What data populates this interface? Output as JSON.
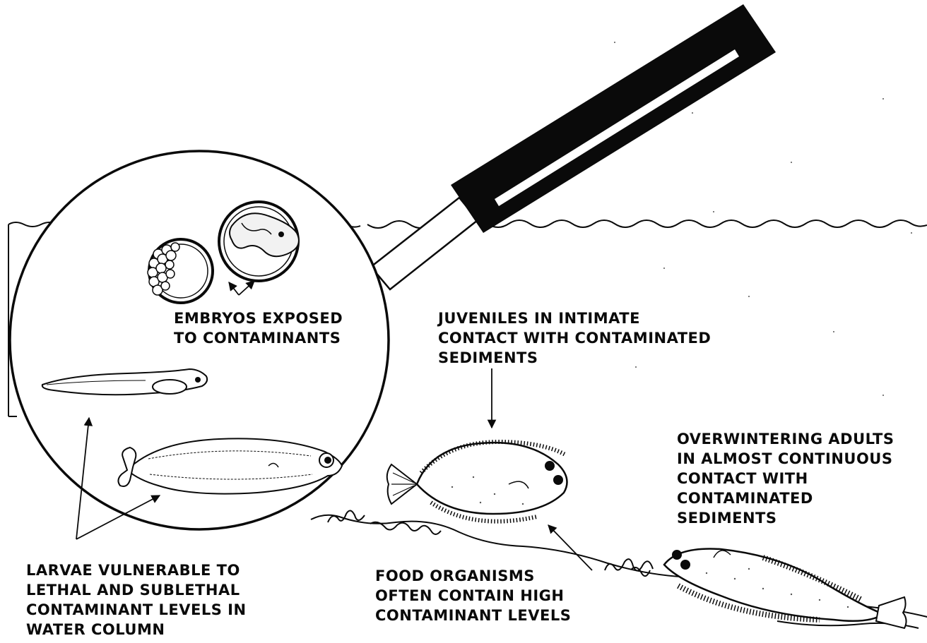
{
  "labels": {
    "embryos": [
      "EMBRYOS EXPOSED",
      "TO CONTAMINANTS"
    ],
    "juveniles": [
      "JUVENILES IN INTIMATE",
      "CONTACT WITH  CONTAMINATED",
      "SEDIMENTS"
    ],
    "adults": [
      "OVERWINTERING ADULTS",
      "IN ALMOST CONTINUOUS",
      "CONTACT WITH",
      "CONTAMINATED",
      "SEDIMENTS"
    ],
    "larvae": [
      "LARVAE VULNERABLE TO",
      "LETHAL AND SUBLETHAL",
      "CONTAMINANT LEVELS IN",
      "WATER COLUMN"
    ],
    "food": [
      "FOOD ORGANISMS",
      "OFTEN CONTAIN  HIGH",
      "CONTAMINANT LEVELS"
    ]
  },
  "colors": {
    "ink": "#0a0a0a",
    "paper": "#ffffff"
  },
  "icons": [
    "magnifying-glass-icon",
    "egg-mass-icon",
    "embryo-icon",
    "larva-icon",
    "postlarva-icon",
    "juvenile-flounder-icon",
    "adult-flounder-icon",
    "worm-icon"
  ]
}
